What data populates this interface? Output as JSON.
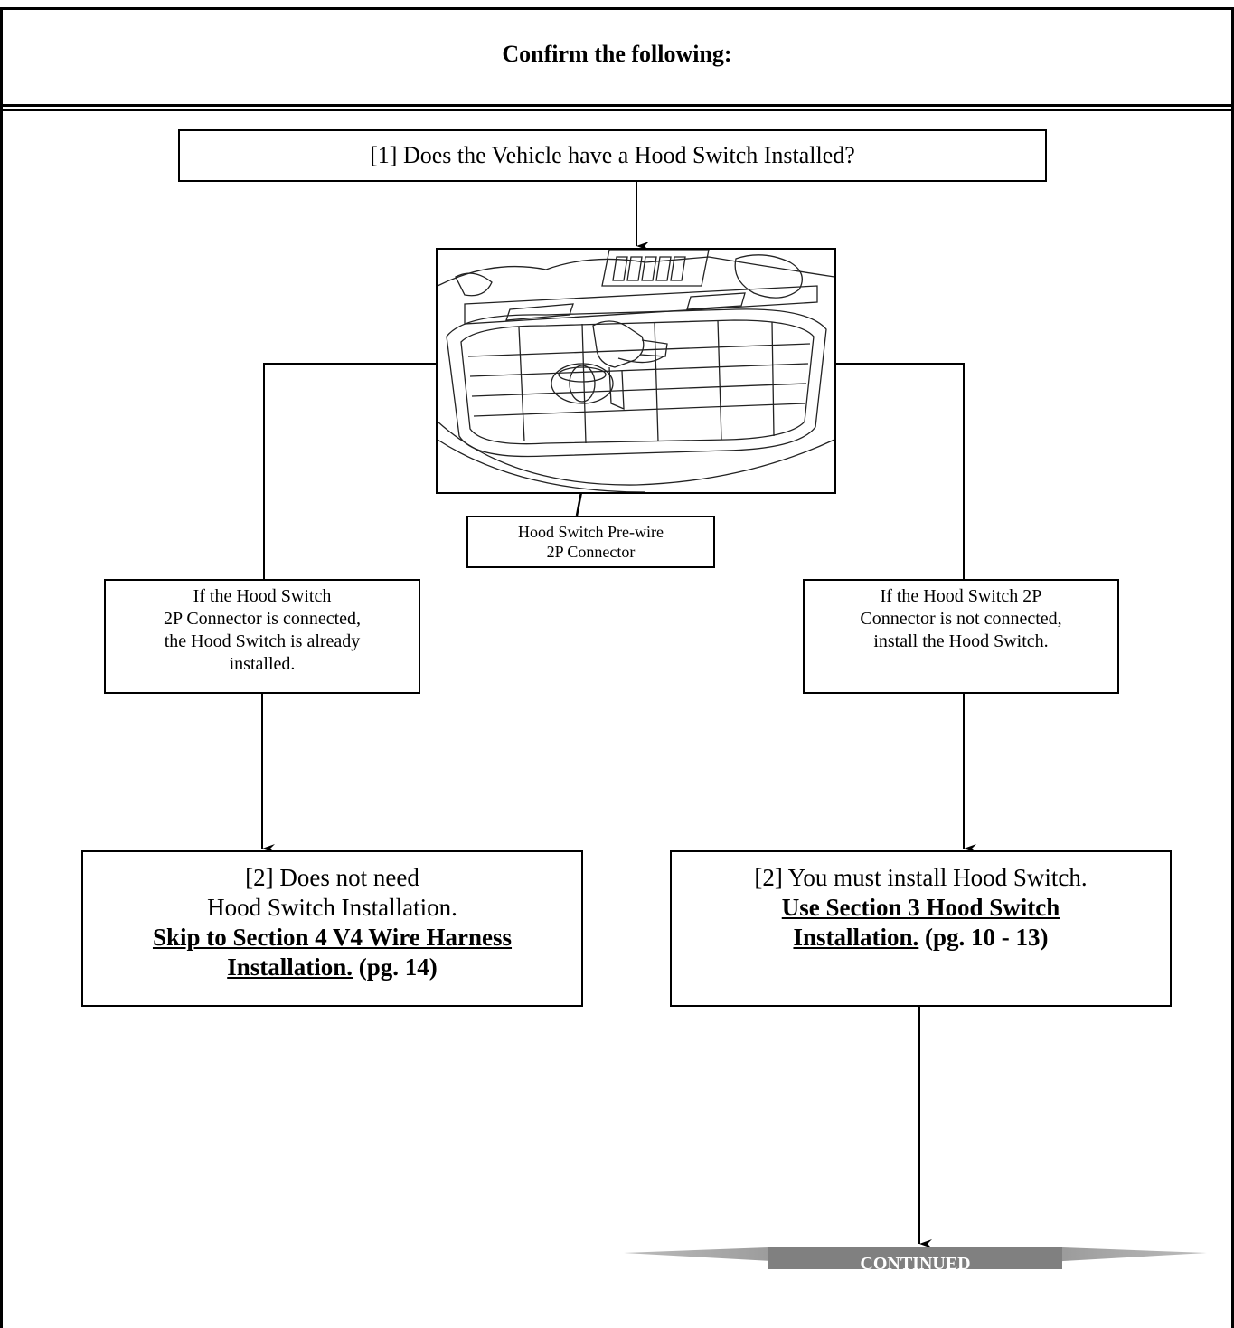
{
  "header": {
    "title": "Confirm the following:"
  },
  "question_1": {
    "text": "[1] Does the Vehicle have a Hood Switch Installed?"
  },
  "photo_callout": {
    "line1": "Hood Switch Pre-wire",
    "line2": "2P Connector"
  },
  "condition_left": {
    "line1": "If the Hood Switch",
    "line2": "2P Connector is connected,",
    "line3": "the Hood Switch is already",
    "line4": "installed."
  },
  "condition_right": {
    "line1": "If the Hood Switch 2P",
    "line2": "Connector is not connected,",
    "line3": "install the Hood Switch."
  },
  "result_left": {
    "line1": "[2] Does not need",
    "line2": "Hood Switch Installation.",
    "link_line1": "Skip to Section 4 V4 Wire Harness",
    "link_line2": "Installation.",
    "page_ref": " (pg. 14)"
  },
  "result_right": {
    "line1": "[2] You must install Hood Switch.",
    "link_line1": "Use Section 3 Hood Switch",
    "link_line2": "Installation.",
    "page_ref": " (pg. 10 - 13)"
  },
  "continued": {
    "label": "CONTINUED",
    "color": "#808080"
  }
}
